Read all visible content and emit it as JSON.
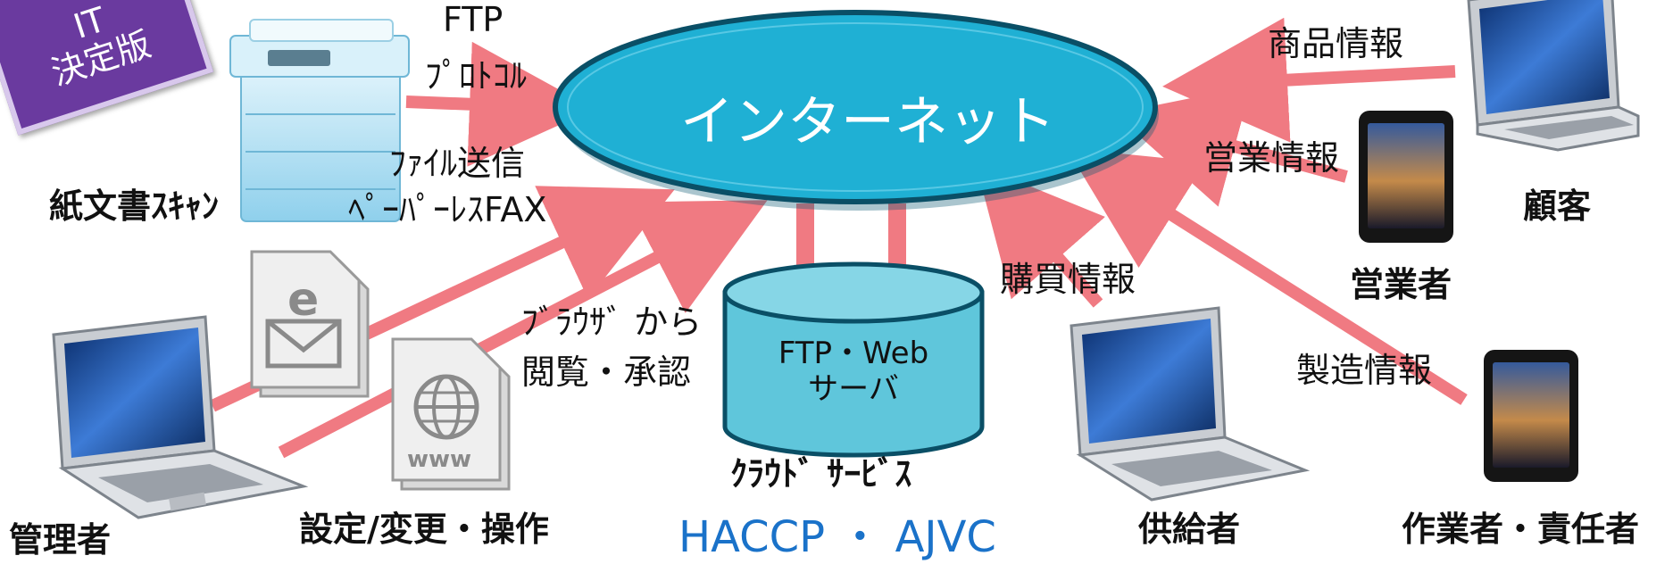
{
  "badge": {
    "line1": "IT",
    "line2": "決定版"
  },
  "center": {
    "label": "インターネット"
  },
  "server": {
    "line1": "FTP・Web",
    "line2": "サーバ",
    "caption": "ｸﾗｳﾄﾞ ｻｰﾋﾞｽ",
    "brand": "HACCP ・ AJVC"
  },
  "nodes": {
    "scanner": "紙文書ｽｷｬﾝ",
    "customer": "顧客",
    "sales": "営業者",
    "admin": "管理者",
    "supplier": "供給者",
    "worker": "作業者・責任者"
  },
  "flows": {
    "ftp": "FTP",
    "protocol": "ﾌﾟﾛﾄｺﾙ",
    "file_send": "ﾌｧｲﾙ送信",
    "paperless": "ﾍﾟｰﾊﾟｰﾚｽFAX",
    "browser": "ﾌﾞﾗｳｻﾞ から",
    "view_approve": "閲覧・承認",
    "settings": "設定/変更・操作",
    "product_info": "商品情報",
    "sales_info": "営業情報",
    "purchase_info": "購買情報",
    "manufacturing_info": "製造情報"
  },
  "icons": {
    "email_doc": "e",
    "web_doc": "www"
  },
  "colors": {
    "arrow": "#f07a82",
    "ellipse_fill": "#1fb0d4",
    "ellipse_stroke": "#0a4f66",
    "cylinder": "#5fc6db",
    "badge": "#6a3a9f",
    "brand": "#1a72c9"
  }
}
